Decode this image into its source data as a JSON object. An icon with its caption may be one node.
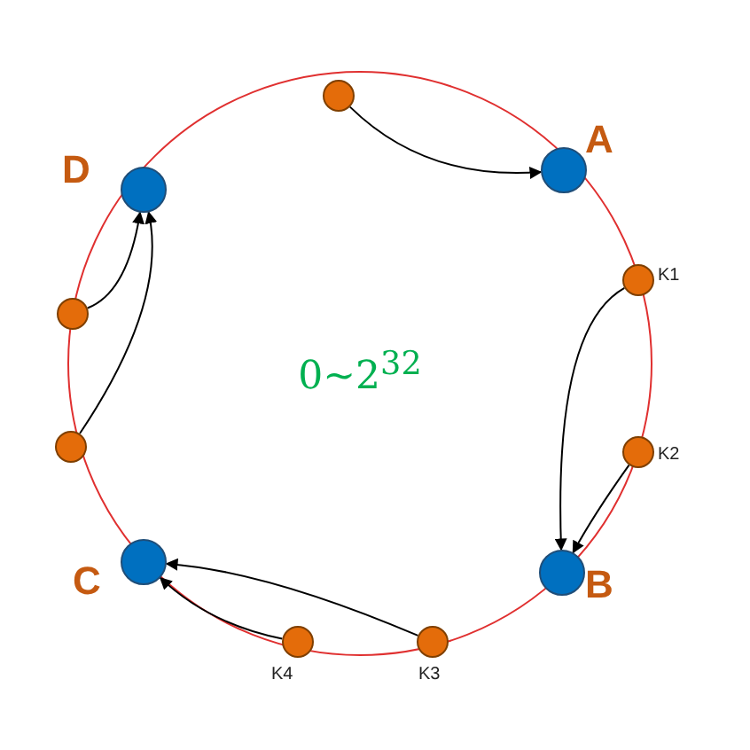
{
  "diagram": {
    "nodes": [
      {
        "text": [],
        "shape": "circle"
      },
      {
        "text": [
          "D"
        ]
      },
      {
        "text": [
          "A"
        ]
      },
      {
        "text": [
          "K1"
        ]
      },
      {
        "text": [],
        "shape": "circle"
      },
      {
        "text": [
          "K2"
        ]
      },
      {
        "text": [],
        "shape": "circle"
      },
      {
        "text": [
          "C"
        ]
      },
      {
        "text": [
          "B"
        ]
      },
      {
        "text": [
          "K4"
        ]
      },
      {
        "text": [
          "K3"
        ]
      }
    ],
    "edges": [
      {
        "from": 0,
        "to": 2,
        "arrow": "to"
      },
      {
        "from": 3,
        "to": 8,
        "arrow": "to"
      },
      {
        "from": 5,
        "to": 8,
        "arrow": "to"
      },
      {
        "from": 10,
        "to": 7,
        "arrow": "to"
      },
      {
        "from": 9,
        "to": 7,
        "arrow": "to"
      },
      {
        "from": 6,
        "to": 1,
        "arrow": "to"
      },
      {
        "from": 4,
        "to": 1,
        "arrow": "to"
      }
    ],
    "labels": [
      "0~2$^{32}$"
    ]
  }
}
